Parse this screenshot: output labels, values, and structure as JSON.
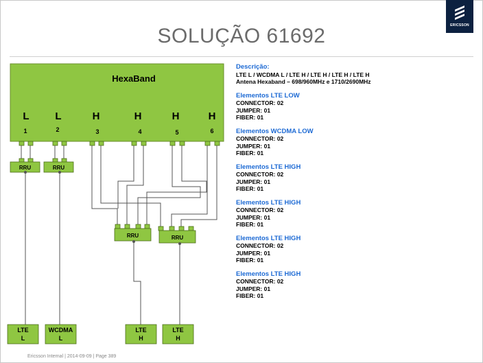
{
  "title": "SOLUÇÃO 61692",
  "logo": {
    "text": "ERICSSON",
    "color": "#0c2140"
  },
  "antenna": {
    "name": "HexaBand",
    "fill": "#8fc642",
    "ports": [
      {
        "band": "L",
        "number": "1"
      },
      {
        "band": "L",
        "number": "2"
      },
      {
        "band": "H",
        "number": "3"
      },
      {
        "band": "H",
        "number": "4"
      },
      {
        "band": "H",
        "number": "5"
      },
      {
        "band": "H",
        "number": "6"
      }
    ]
  },
  "rrus": [
    {
      "label": "RRU"
    },
    {
      "label": "RRU"
    },
    {
      "label": "RRU"
    },
    {
      "label": "RRU"
    }
  ],
  "radios": [
    {
      "line1": "LTE",
      "line2": "L"
    },
    {
      "line1": "WCDMA",
      "line2": "L"
    },
    {
      "line1": "LTE",
      "line2": "H"
    },
    {
      "line1": "LTE",
      "line2": "H"
    }
  ],
  "description": {
    "heading": "Descrição:",
    "line1": "LTE L / WCDMA L / LTE H / LTE H / LTE H / LTE H",
    "line2": "Antena Hexaband – 698/960MHz  e  1710/2690MHz"
  },
  "elements": [
    {
      "heading": "Elementos LTE LOW",
      "connector": "CONNECTOR: 02",
      "jumper": "JUMPER: 01",
      "fiber": "FIBER: 01"
    },
    {
      "heading": "Elementos WCDMA LOW",
      "connector": "CONNECTOR: 02",
      "jumper": "JUMPER: 01",
      "fiber": "FIBER: 01"
    },
    {
      "heading": "Elementos LTE HIGH",
      "connector": "CONNECTOR: 02",
      "jumper": "JUMPER: 01",
      "fiber": "FIBER: 01"
    },
    {
      "heading": "Elementos LTE HIGH",
      "connector": "CONNECTOR: 02",
      "jumper": "JUMPER: 01",
      "fiber": "FIBER: 01"
    },
    {
      "heading": "Elementos LTE HIGH",
      "connector": "CONNECTOR: 02",
      "jumper": "JUMPER: 01",
      "fiber": "FIBER: 01"
    },
    {
      "heading": "Elementos LTE HIGH",
      "connector": "CONNECTOR: 02",
      "jumper": "JUMPER: 01",
      "fiber": "FIBER: 01"
    }
  ],
  "footer": "Ericsson Internal  |  2014-09-09  |  Page 389"
}
